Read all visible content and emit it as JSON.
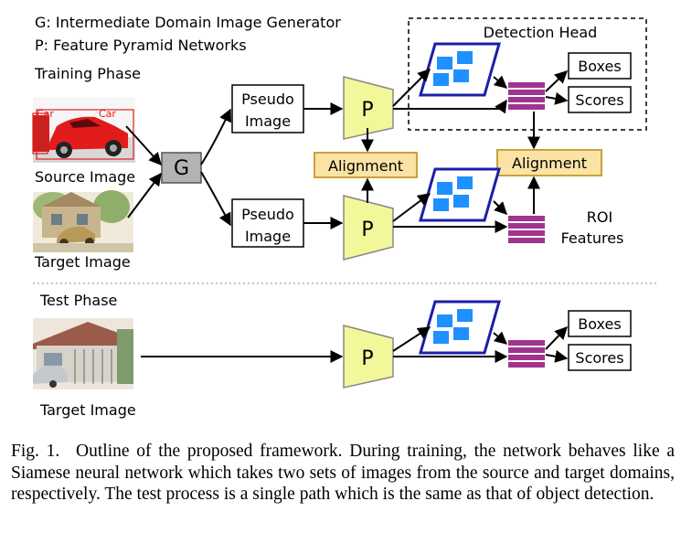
{
  "legend": {
    "g_line": "G: Intermediate Domain Image Generator",
    "p_line": "P: Feature Pyramid Networks"
  },
  "training_phase": {
    "title": "Training Phase",
    "source_label": "Source Image",
    "target_label": "Target Image",
    "source_box_labels": [
      "Car",
      "Car"
    ],
    "generator": "G",
    "pseudo_top": [
      "Pseudo",
      "Image"
    ],
    "pseudo_bottom": [
      "Pseudo",
      "Image"
    ],
    "fpn": "P",
    "alignment": "Alignment",
    "detection_head": "Detection Head",
    "boxes": "Boxes",
    "scores": "Scores",
    "roi_features": [
      "ROI",
      "Features"
    ]
  },
  "test_phase": {
    "title": "Test Phase",
    "target_label": "Target Image",
    "fpn": "P",
    "boxes": "Boxes",
    "scores": "Scores"
  },
  "caption": {
    "label": "Fig. 1.",
    "text": "Outline of the proposed framework. During training, the network behaves like a Siamese neural network which takes two sets of images from the source and target domains, respectively. The test process is a single path which is the same as that of object detection."
  },
  "colors": {
    "fpn_fill": "#f2f79a",
    "alignment_fill": "#fbe3a6",
    "alignment_stroke": "#c9a23a",
    "generator_fill": "#b3b3b3",
    "feature_map_stroke": "#1b1fa8",
    "feature_map_block": "#1e90ff",
    "roi_fill": "#a0348e"
  }
}
